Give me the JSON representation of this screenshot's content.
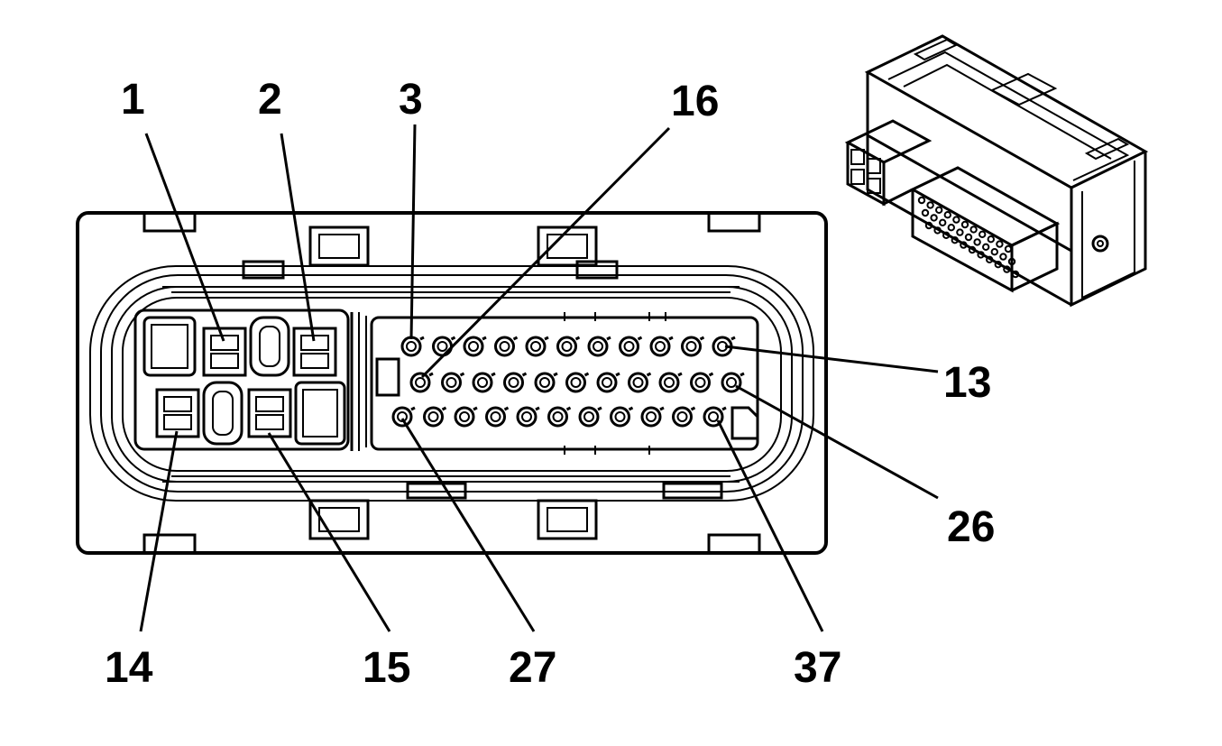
{
  "colors": {
    "ink": "#000000",
    "background": "#ffffff"
  },
  "callouts": {
    "c1": "1",
    "c2": "2",
    "c3": "3",
    "c16": "16",
    "c13": "13",
    "c26": "26",
    "c14": "14",
    "c15": "15",
    "c27": "27",
    "c37": "37"
  },
  "pin_rows": [
    {
      "row": "top",
      "count": 11,
      "first_pin": 3,
      "last_pin": 13
    },
    {
      "row": "middle",
      "count": 11,
      "first_pin": 16,
      "last_pin": 26
    },
    {
      "row": "bottom",
      "count": 11,
      "first_pin": 27,
      "last_pin": 37
    }
  ],
  "large_terminals": {
    "top_row": [
      1,
      2
    ],
    "bottom_row": [
      14,
      15
    ]
  }
}
